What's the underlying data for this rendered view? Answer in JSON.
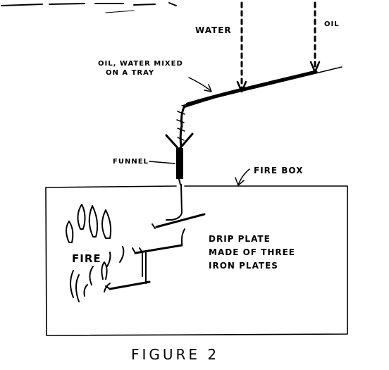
{
  "labels": {
    "water": "WATER",
    "oil": "OIL",
    "tray": [
      "OIL, WATER MIXED",
      "ON A TRAY"
    ],
    "funnel": "FUNNEL",
    "firebox": "FIRE BOX",
    "fire": "FIRE",
    "drip_plate": [
      "DRIP PLATE",
      "MADE OF THREE",
      "IRON PLATES"
    ]
  },
  "caption": "FIGURE 2",
  "colors": {
    "ink": "#000000",
    "paper": "#ffffff"
  }
}
